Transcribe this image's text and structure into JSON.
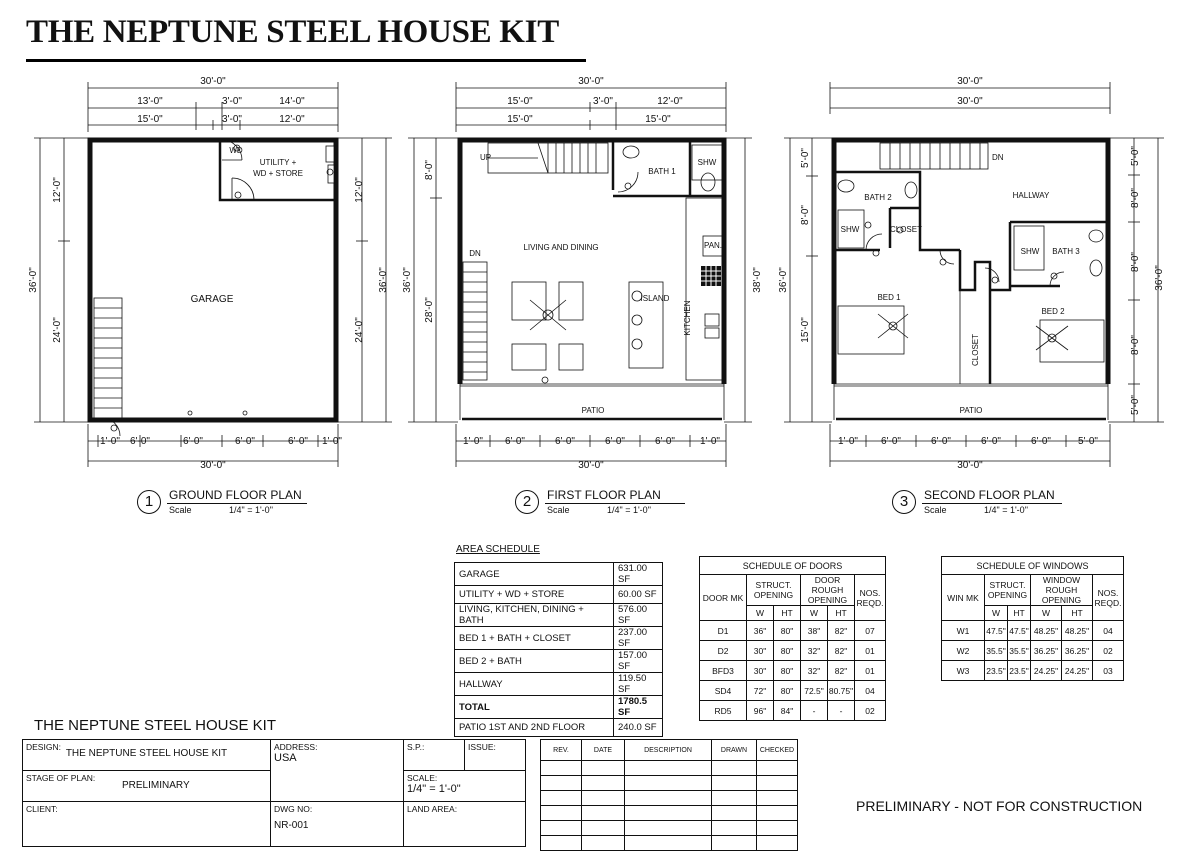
{
  "title": "THE NEPTUNE STEEL HOUSE KIT",
  "plans": [
    {
      "number": "1",
      "name": "GROUND FLOOR PLAN",
      "scale_label": "Scale",
      "scale": "1/4\" = 1'-0\"",
      "top_dims": [
        "30'-0\"",
        "13'-0\"",
        "3'-0\"",
        "14'-0\"",
        "15'-0\"",
        "3'-0\"",
        "12'-0\""
      ],
      "left_dims": [
        "36'-0\"",
        "12'-0\"",
        "24'-0\""
      ],
      "right_dims": [
        "36'-0\"",
        "12'-0\"",
        "24'-0\""
      ],
      "bottom_dims": [
        "1'-0\"",
        "6'-0\"",
        "6'-0\"",
        "6'-0\"",
        "6'-0\"",
        "1'-0\"",
        "30'-0\""
      ],
      "rooms": [
        "UTILITY +",
        "WD + STORE",
        "GARAGE"
      ],
      "labels": [
        "WD"
      ]
    },
    {
      "number": "2",
      "name": "FIRST FLOOR PLAN",
      "scale_label": "Scale",
      "scale": "1/4\" = 1'-0\"",
      "top_dims": [
        "30'-0\"",
        "15'-0\"",
        "3'-0\"",
        "12'-0\"",
        "15'-0\"",
        "15'-0\""
      ],
      "left_dims": [
        "36'-0\"",
        "8'-0\"",
        "28'-0\""
      ],
      "right_dims": [
        "38'-0\""
      ],
      "bottom_dims": [
        "1'-0\"",
        "6'-0\"",
        "6'-0\"",
        "6'-0\"",
        "6'-0\"",
        "1'-0\"",
        "30'-0\""
      ],
      "rooms": [
        "LIVING AND DINING",
        "BATH 1",
        "SHW",
        "PAN.",
        "ISLAND",
        "KITCHEN",
        "PATIO"
      ],
      "labels": [
        "UP",
        "DN"
      ]
    },
    {
      "number": "3",
      "name": "SECOND FLOOR PLAN",
      "scale_label": "Scale",
      "scale": "1/4\" = 1'-0\"",
      "top_dims": [
        "30'-0\"",
        "30'-0\""
      ],
      "left_dims": [
        "36'-0\"",
        "5'-0\"",
        "8'-0\"",
        "15'-0\""
      ],
      "right_dims": [
        "36'-0\"",
        "5'-0\"",
        "8'-0\"",
        "8'-0\"",
        "8'-0\"",
        "5'-0\""
      ],
      "bottom_dims": [
        "1'-0\"",
        "6'-0\"",
        "6'-0\"",
        "6'-0\"",
        "6'-0\"",
        "5'-0\"",
        "30'-0\""
      ],
      "rooms": [
        "BATH 2",
        "HALLWAY",
        "SHW",
        "CLOSET",
        "SHW",
        "BATH 3",
        "BED 1",
        "CLOSET",
        "BED 2",
        "PATIO"
      ],
      "labels": [
        "DN"
      ]
    }
  ],
  "area_schedule": {
    "title": "AREA SCHEDULE",
    "rows": [
      {
        "name": "GARAGE",
        "area": "631.00 SF"
      },
      {
        "name": "UTILITY + WD + STORE",
        "area": "60.00 SF"
      },
      {
        "name": "LIVING, KITCHEN, DINING + BATH",
        "area": "576.00 SF"
      },
      {
        "name": "BED 1 + BATH + CLOSET",
        "area": "237.00 SF"
      },
      {
        "name": "BED 2 + BATH",
        "area": "157.00 SF"
      },
      {
        "name": "HALLWAY",
        "area": "119.50 SF"
      },
      {
        "name": "TOTAL",
        "area": "1780.5 SF",
        "bold": true
      },
      {
        "name": "PATIO 1ST AND 2ND FLOOR",
        "area": "240.0 SF"
      }
    ]
  },
  "door_schedule": {
    "title": "SCHEDULE OF DOORS",
    "h_mark": "DOOR MK",
    "h_struct": "STRUCT. OPENING",
    "h_rough": "DOOR ROUGH OPENING",
    "h_nos": "NOS. REQD.",
    "h_w": "W",
    "h_ht": "HT",
    "rows": [
      [
        "D1",
        "36\"",
        "80\"",
        "38\"",
        "82\"",
        "07"
      ],
      [
        "D2",
        "30\"",
        "80\"",
        "32\"",
        "82\"",
        "01"
      ],
      [
        "BFD3",
        "30\"",
        "80\"",
        "32\"",
        "82\"",
        "01"
      ],
      [
        "SD4",
        "72\"",
        "80\"",
        "72.5\"",
        "80.75\"",
        "04"
      ],
      [
        "RD5",
        "96\"",
        "84\"",
        "-",
        "-",
        "02"
      ]
    ]
  },
  "window_schedule": {
    "title": "SCHEDULE OF WINDOWS",
    "h_mark": "WIN MK",
    "h_struct": "STRUCT. OPENING",
    "h_rough": "WINDOW ROUGH OPENING",
    "h_nos": "NOS. REQD.",
    "h_w": "W",
    "h_ht": "HT",
    "rows": [
      [
        "W1",
        "47.5\"",
        "47.5\"",
        "48.25\"",
        "48.25\"",
        "04"
      ],
      [
        "W2",
        "35.5\"",
        "35.5\"",
        "36.25\"",
        "36.25\"",
        "02"
      ],
      [
        "W3",
        "23.5\"",
        "23.5\"",
        "24.25\"",
        "24.25\"",
        "03"
      ]
    ]
  },
  "title_block": {
    "heading": "THE NEPTUNE STEEL HOUSE KIT",
    "design_label": "DESIGN:",
    "design_value": "THE NEPTUNE STEEL HOUSE KIT",
    "address_label": "ADDRESS:",
    "address_value": "USA",
    "sp_label": "S.P.:",
    "issue_label": "ISSUE:",
    "stage_label": "STAGE OF PLAN:",
    "stage_value": "PRELIMINARY",
    "scale_label": "SCALE:",
    "scale_value": "1/4\" = 1'-0\"",
    "client_label": "CLIENT:",
    "dwg_label": "DWG NO:",
    "dwg_value": "NR-001",
    "land_label": "LAND AREA:"
  },
  "revision_table": {
    "headers": [
      "REV.",
      "DATE",
      "DESCRIPTION",
      "DRAWN",
      "CHECKED"
    ]
  },
  "notice": "PRELIMINARY - NOT FOR CONSTRUCTION"
}
